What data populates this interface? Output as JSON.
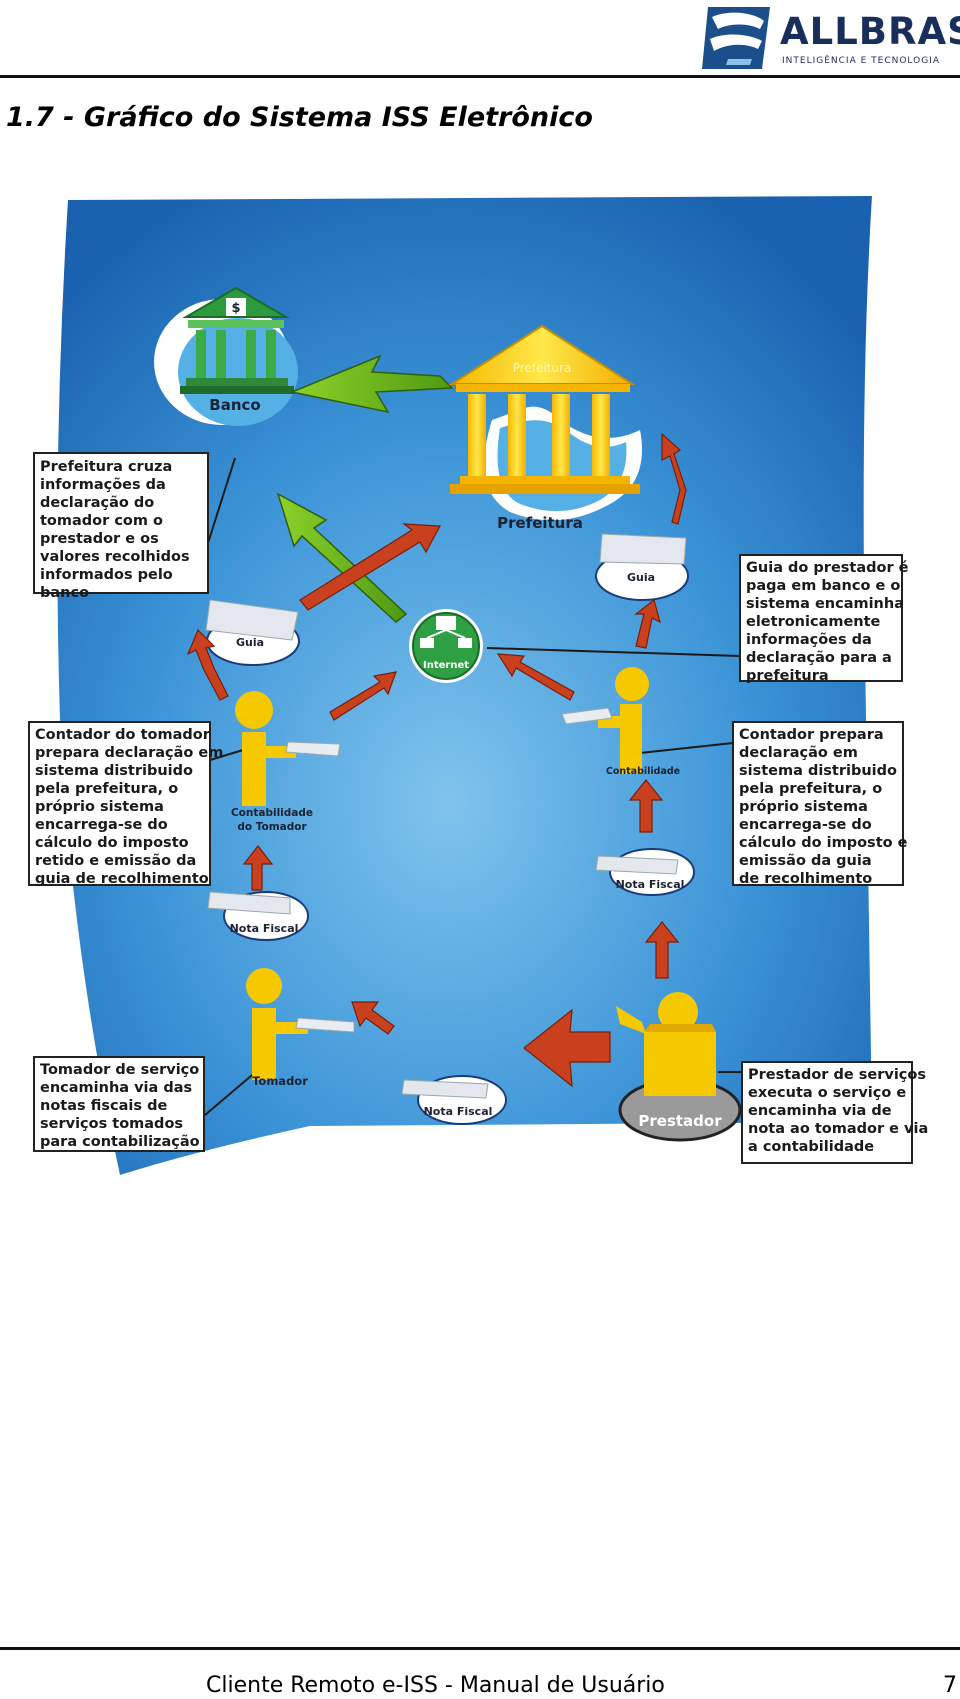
{
  "header": {
    "logo_name": "ALLBRAS",
    "logo_tagline": "INTELIGÊNCIA E TECNOLOGIA"
  },
  "heading": "1.7 - Gráfico do Sistema ISS Eletrônico",
  "diagram": {
    "nodes": {
      "banco": "Banco",
      "banco_sign": "$",
      "prefeitura_roof": "Prefeitura",
      "prefeitura": "Prefeitura",
      "internet": "Internet",
      "guia_left": "Guia",
      "guia_right": "Guia",
      "contabilidade": "Contabilidade",
      "contab_tomador_1": "Contabilidade",
      "contab_tomador_2": "do Tomador",
      "nota_fiscal_left": "Nota Fiscal",
      "nota_fiscal_right": "Nota Fiscal",
      "nota_fiscal_bottom": "Nota Fiscal",
      "tomador": "Tomador",
      "prestador": "Prestador"
    },
    "notes": {
      "prefeitura_cruza": [
        "Prefeitura cruza",
        "informações da",
        "declaração do",
        "tomador com o",
        "prestador e os",
        "valores recolhidos",
        "informados pelo",
        "banco"
      ],
      "guia_prestador": [
        "Guia do prestador é",
        "paga em banco e o",
        "sistema encaminha",
        "eletronicamente",
        "informações da",
        "declaração para a",
        "prefeitura"
      ],
      "contador_tomador": [
        "Contador do tomador",
        "prepara declaração em",
        "sistema distribuido",
        "pela prefeitura, o",
        "próprio sistema",
        "encarrega-se do",
        "cálculo do imposto",
        "retido e emissão da",
        "guia de recolhimento"
      ],
      "contador_prepara": [
        "Contador prepara",
        "declaração em",
        "sistema distribuido",
        "pela prefeitura, o",
        "próprio sistema",
        "encarrega-se do",
        "cálculo do imposto e",
        "emissão da guia",
        "de recolhimento"
      ],
      "tomador_servico": [
        "Tomador de serviço",
        "encaminha via das",
        "notas fiscais de",
        "serviços tomados",
        "para contabilização"
      ],
      "prestador_servicos": [
        "Prestador de serviços",
        "executa o serviço e",
        "encaminha via de",
        "nota ao tomador e via",
        "a contabilidade"
      ]
    }
  },
  "footer": {
    "text": "Cliente Remoto e-ISS - Manual de Usuário",
    "page_number": "7"
  }
}
